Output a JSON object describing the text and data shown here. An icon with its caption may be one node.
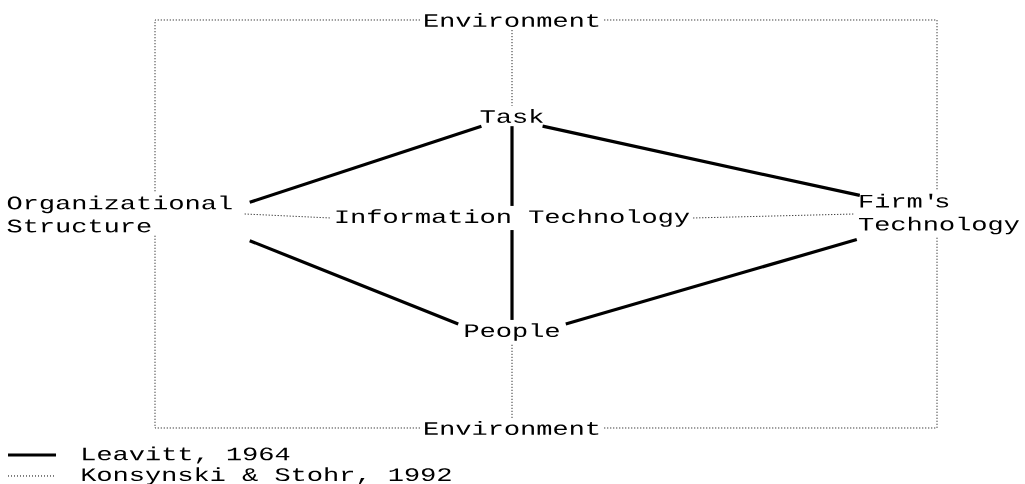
{
  "diagram": {
    "nodes": [
      {
        "text": [
          "Environment"
        ]
      },
      {
        "text": [
          "Task"
        ]
      },
      {
        "text": [
          "Organizational Structure"
        ]
      },
      {
        "text": [
          "Information Technology"
        ]
      },
      {
        "text": [
          "Firm's Technology"
        ]
      },
      {
        "text": [
          "People"
        ]
      },
      {
        "text": [
          "Environment"
        ]
      }
    ],
    "edges": [
      {
        "from": 0,
        "to": 1,
        "arrow": "none",
        "style": "dashed"
      },
      {
        "from": 0,
        "to": 2,
        "arrow": "none",
        "style": "dashed"
      },
      {
        "from": 0,
        "to": 4,
        "arrow": "none",
        "style": "dashed"
      },
      {
        "from": 1,
        "to": 2,
        "arrow": "none",
        "style": "thick"
      },
      {
        "from": 1,
        "to": 4,
        "arrow": "none",
        "style": "thick"
      },
      {
        "from": 1,
        "to": 3,
        "arrow": "none",
        "style": "thick"
      },
      {
        "from": 2,
        "to": 3,
        "arrow": "none",
        "style": "dashed"
      },
      {
        "from": 3,
        "to": 4,
        "arrow": "none",
        "style": "dashed"
      },
      {
        "from": 3,
        "to": 5,
        "arrow": "none",
        "style": "thick"
      },
      {
        "from": 2,
        "to": 5,
        "arrow": "none",
        "style": "thick"
      },
      {
        "from": 5,
        "to": 4,
        "arrow": "none",
        "style": "thick"
      },
      {
        "from": 6,
        "to": 5,
        "arrow": "none",
        "style": "dashed"
      },
      {
        "from": 6,
        "to": 2,
        "arrow": "none",
        "style": "dashed"
      },
      {
        "from": 6,
        "to": 4,
        "arrow": "none",
        "style": "dashed"
      }
    ],
    "legend": [
      {
        "text": "Leavitt, 1964"
      },
      {
        "text": "Konsynski & Stohr, 1992"
      }
    ]
  }
}
